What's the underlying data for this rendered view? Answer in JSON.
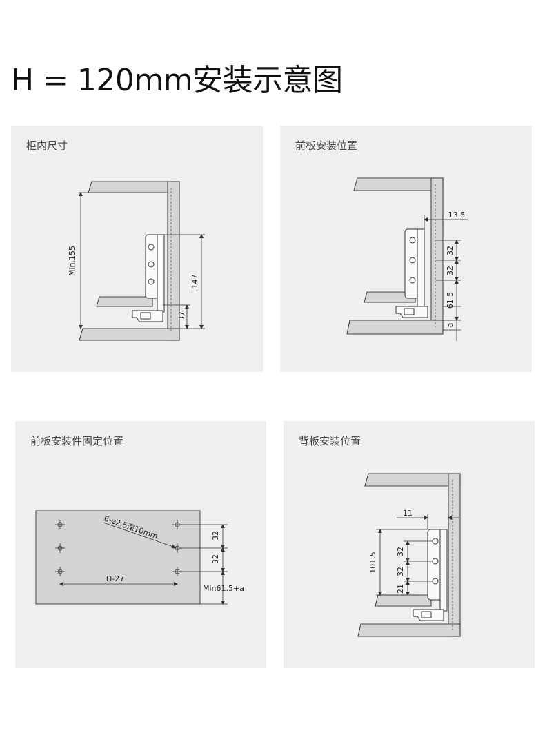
{
  "page": {
    "title": "H = 120mm安装示意图"
  },
  "panels": {
    "cabinet": {
      "title": "柜内尺寸",
      "labels": {
        "min_height": "Min.155",
        "height": "147",
        "bottom": "37"
      }
    },
    "front_panel": {
      "title": "前板安装位置",
      "labels": {
        "offset": "13.5",
        "pitch_a": "32",
        "pitch_b": "32",
        "rise": "61.5",
        "a": "a"
      }
    },
    "front_fitting": {
      "title": "前板安装件固定位置",
      "labels": {
        "holes": "6-ø2.5深10mm",
        "pitch_a": "32",
        "pitch_b": "32",
        "width": "D-27",
        "min": "Min61.5+a"
      }
    },
    "back_panel": {
      "title": "背板安装位置",
      "labels": {
        "offset": "11",
        "height": "101.5",
        "pitch_a": "32",
        "pitch_b": "32",
        "bottom": "21"
      }
    }
  }
}
